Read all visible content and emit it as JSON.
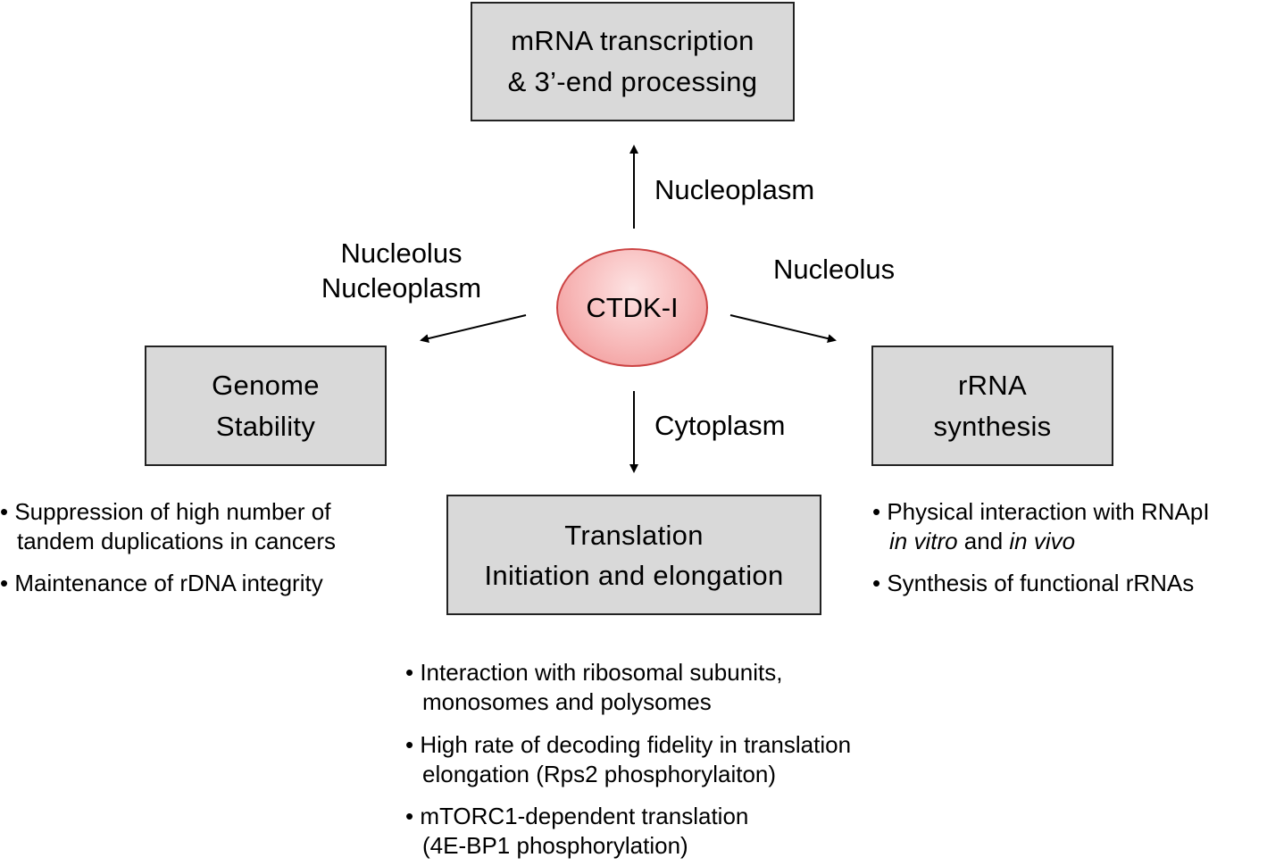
{
  "center": {
    "label": "CTDK-I"
  },
  "boxes": {
    "mrna": {
      "line1": "mRNA transcription",
      "line2": "& 3’-end processing"
    },
    "genome": {
      "line1": "Genome",
      "line2": "Stability"
    },
    "rrna": {
      "line1": "rRNA",
      "line2": "synthesis"
    },
    "translation": {
      "line1": "Translation",
      "line2": "Initiation and elongation"
    }
  },
  "arrow_labels": {
    "up": "Nucleoplasm",
    "left_line1": "Nucleolus",
    "left_line2": "Nucleoplasm",
    "right": "Nucleolus",
    "down": "Cytoplasm"
  },
  "bullets": {
    "genome": [
      {
        "line1": "• Suppression of high number of",
        "line2": "tandem duplications in cancers"
      },
      {
        "line1": "• Maintenance of rDNA integrity"
      }
    ],
    "rrna": [
      {
        "line1": "• Physical interaction with RNApI",
        "line2_a": "in vitro",
        "line2_b": " and ",
        "line2_c": "in vivo"
      },
      {
        "line1": "• Synthesis of functional rRNAs"
      }
    ],
    "translation": [
      {
        "line1": "• Interaction with ribosomal subunits,",
        "line2": "monosomes and polysomes"
      },
      {
        "line1": "• High rate of decoding fidelity in translation",
        "line2": "elongation (Rps2 phosphorylaiton)"
      },
      {
        "line1": "• mTORC1-dependent translation",
        "line2": "(4E-BP1 phosphorylation)"
      }
    ]
  }
}
